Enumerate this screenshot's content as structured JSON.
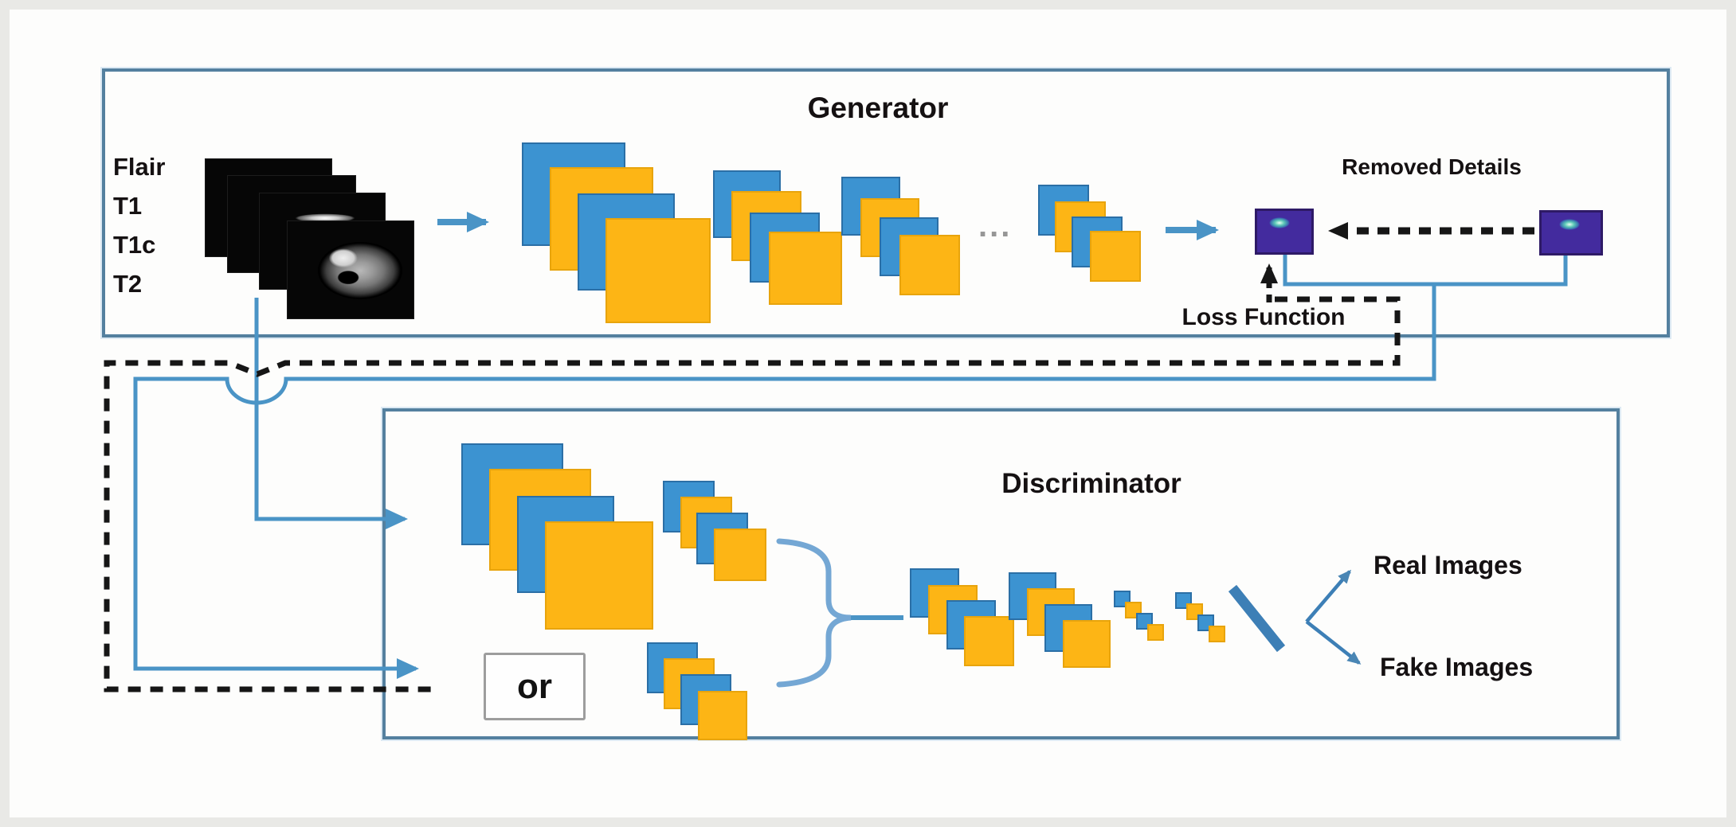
{
  "generator": {
    "title": "Generator",
    "removed_details_label": "Removed Details",
    "loss_function_label": "Loss Function",
    "input_modalities": [
      "Flair",
      "T1",
      "T1c",
      "T2"
    ],
    "ellipsis": "..."
  },
  "discriminator": {
    "title": "Discriminator",
    "or_label": "or",
    "real_label": "Real Images",
    "fake_label": "Fake Images"
  },
  "colors": {
    "conv_blue": "#3c93d1",
    "conv_blue_edge": "#2b6fa6",
    "conv_orange": "#fdb515",
    "conv_orange_edge": "#e8a40c",
    "line_blue": "#4a94c6",
    "box_border": "#54809f",
    "purple": "#432b9e",
    "purple_edge": "#2e1a66",
    "dash_black": "#161616"
  },
  "stacks": [
    {
      "name": "gen-conv-stack-1",
      "squares": [
        [
          643,
          167,
          130,
          "b"
        ],
        [
          678,
          198,
          130,
          "o"
        ],
        [
          713,
          231,
          122,
          "b"
        ],
        [
          748,
          262,
          132,
          "o"
        ]
      ]
    },
    {
      "name": "gen-conv-stack-2",
      "squares": [
        [
          883,
          202,
          85,
          "b"
        ],
        [
          906,
          228,
          88,
          "o"
        ],
        [
          929,
          255,
          88,
          "b"
        ],
        [
          953,
          279,
          92,
          "o"
        ]
      ]
    },
    {
      "name": "gen-conv-stack-3",
      "squares": [
        [
          1044,
          210,
          74,
          "b"
        ],
        [
          1068,
          237,
          74,
          "o"
        ],
        [
          1092,
          261,
          74,
          "b"
        ],
        [
          1117,
          283,
          76,
          "o"
        ]
      ]
    },
    {
      "name": "gen-conv-stack-4",
      "squares": [
        [
          1291,
          220,
          64,
          "b"
        ],
        [
          1312,
          241,
          64,
          "o"
        ],
        [
          1333,
          260,
          64,
          "b"
        ],
        [
          1356,
          278,
          64,
          "o"
        ]
      ]
    },
    {
      "name": "disc-conv-stack-input",
      "squares": [
        [
          567,
          545,
          128,
          "b"
        ],
        [
          602,
          577,
          128,
          "o"
        ],
        [
          637,
          611,
          122,
          "b"
        ],
        [
          672,
          643,
          136,
          "o"
        ]
      ]
    },
    {
      "name": "disc-conv-stack-top",
      "squares": [
        [
          820,
          592,
          65,
          "b"
        ],
        [
          842,
          612,
          65,
          "o"
        ],
        [
          862,
          632,
          65,
          "b"
        ],
        [
          884,
          652,
          66,
          "o"
        ]
      ]
    },
    {
      "name": "disc-conv-stack-bottom",
      "squares": [
        [
          800,
          795,
          64,
          "b"
        ],
        [
          821,
          815,
          64,
          "o"
        ],
        [
          842,
          835,
          64,
          "b"
        ],
        [
          864,
          856,
          62,
          "o"
        ]
      ]
    },
    {
      "name": "disc-conv-stack-mid-1",
      "squares": [
        [
          1130,
          702,
          62,
          "b"
        ],
        [
          1153,
          723,
          62,
          "o"
        ],
        [
          1176,
          742,
          62,
          "b"
        ],
        [
          1198,
          762,
          63,
          "o"
        ]
      ]
    },
    {
      "name": "disc-conv-stack-mid-2",
      "squares": [
        [
          1254,
          707,
          60,
          "b"
        ],
        [
          1277,
          727,
          60,
          "o"
        ],
        [
          1299,
          747,
          60,
          "b"
        ],
        [
          1322,
          767,
          60,
          "o"
        ]
      ]
    },
    {
      "name": "disc-conv-stack-small-1",
      "squares": [
        [
          1386,
          730,
          21,
          "b"
        ],
        [
          1400,
          744,
          21,
          "o"
        ],
        [
          1414,
          758,
          21,
          "b"
        ],
        [
          1428,
          772,
          21,
          "o"
        ]
      ]
    },
    {
      "name": "disc-conv-stack-small-2",
      "squares": [
        [
          1463,
          732,
          21,
          "b"
        ],
        [
          1477,
          746,
          21,
          "o"
        ],
        [
          1491,
          760,
          21,
          "b"
        ],
        [
          1505,
          774,
          21,
          "o"
        ]
      ]
    }
  ],
  "mri_stack": [
    [
      245,
      187,
      158,
      122
    ],
    [
      273,
      208,
      160,
      121
    ],
    [
      313,
      230,
      157,
      120
    ],
    [
      348,
      265,
      158,
      122
    ]
  ]
}
